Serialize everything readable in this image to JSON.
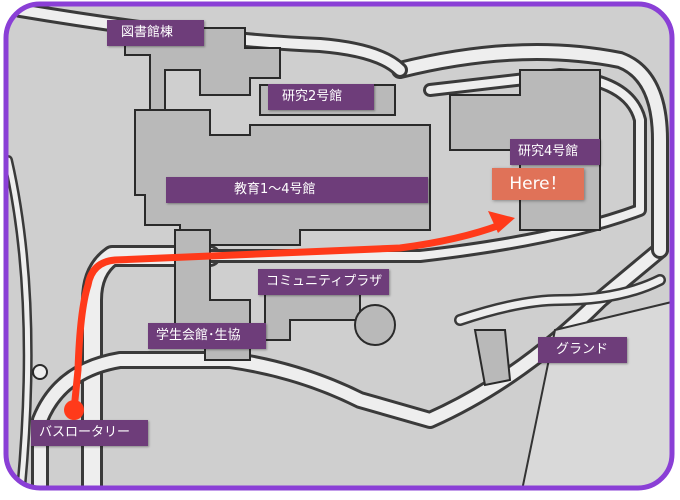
{
  "map": {
    "labels": {
      "library": "図書館棟",
      "research2": "研究2号館",
      "education": "教育1～4号館",
      "research4": "研究4号館",
      "community": "コミュニティプラザ",
      "student_hall": "学生会館･生協",
      "ground": "グランド",
      "bus_rotary": "バスロータリー"
    },
    "here": "Here！"
  },
  "colors": {
    "frame": "#8a3fd6",
    "label_bg": "#6e3d7a",
    "route": "#ff3a1a",
    "here_bg": "#e07258",
    "building": "#b9b9b9",
    "road_edge": "#3a3a3a",
    "ground_fill": "#d9d9d9"
  },
  "icons": {
    "start": "start-marker-icon",
    "route_end": "arrowhead-icon"
  }
}
